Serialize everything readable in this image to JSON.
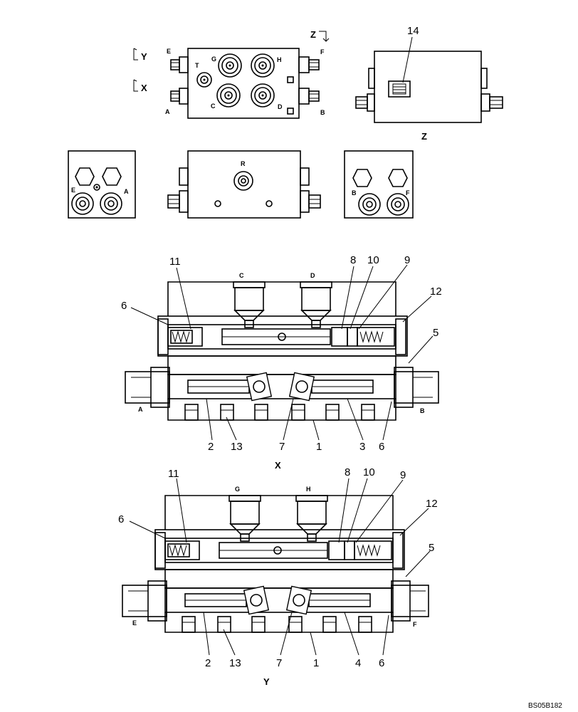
{
  "diagram": {
    "reference_code": "BS05B182",
    "top_view": {
      "section_marks": [
        "Y",
        "X",
        "Z"
      ],
      "port_labels": {
        "e": "E",
        "f": "F",
        "a": "A",
        "b": "B",
        "t": "T",
        "g": "G",
        "h": "H",
        "c": "C",
        "d": "D"
      }
    },
    "side_view": {
      "callout": "14",
      "label": "Z"
    },
    "end_left": {
      "port_labels": [
        "E",
        "A"
      ]
    },
    "front_view": {
      "port_label": "R"
    },
    "end_right": {
      "port_labels": [
        "B",
        "F"
      ]
    },
    "section_x": {
      "title": "X",
      "port_labels": {
        "top_left": "C",
        "top_right": "D",
        "left": "A",
        "right": "B"
      },
      "callouts": [
        "11",
        "8",
        "10",
        "9",
        "6",
        "12",
        "5",
        "2",
        "13",
        "7",
        "1",
        "3",
        "6"
      ]
    },
    "section_y": {
      "title": "Y",
      "port_labels": {
        "top_left": "G",
        "top_right": "H",
        "left": "E",
        "right": "F"
      },
      "callouts": [
        "11",
        "8",
        "10",
        "9",
        "6",
        "12",
        "5",
        "2",
        "13",
        "7",
        "1",
        "4",
        "6"
      ]
    }
  }
}
